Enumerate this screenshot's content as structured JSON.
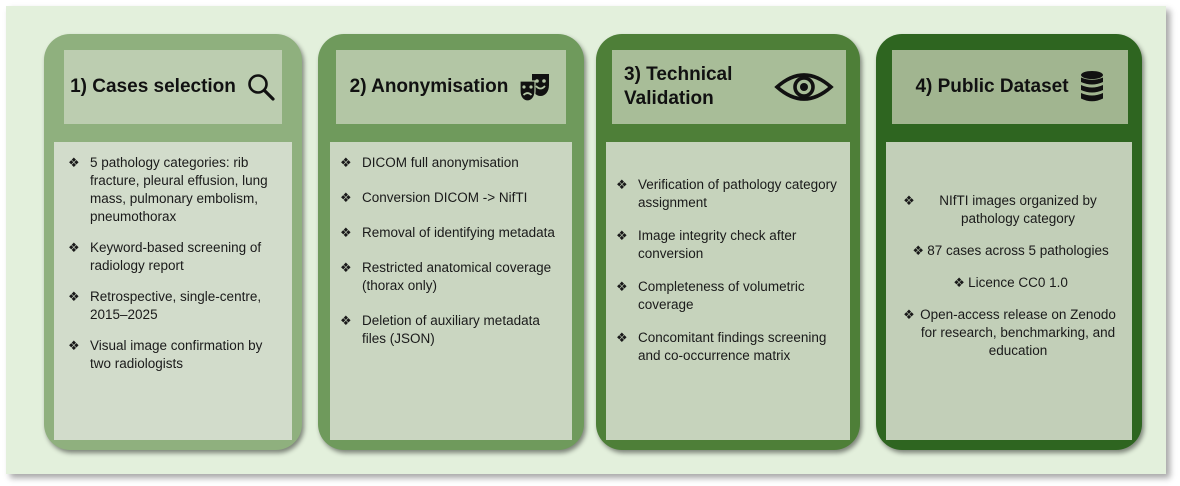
{
  "bullet_glyph": "❖",
  "icons": [
    "magnifier-icon",
    "theater-masks-icon",
    "eye-icon",
    "database-icon"
  ],
  "colors": {
    "background": "#e3f0dc",
    "card1": "#8fb07e",
    "card2": "#6f9a5c",
    "card3": "#4e7f38",
    "card4": "#2e6520"
  },
  "steps": [
    {
      "title": "1) Cases selection",
      "items": [
        "5 pathology categories: rib fracture, pleural effusion, lung mass, pulmonary embolism, pneumothorax",
        "Keyword-based screening of radiology report",
        "Retrospective, single-centre, 2015–2025",
        "Visual image confirmation by two radiologists"
      ]
    },
    {
      "title": "2) Anonymisation",
      "items": [
        "DICOM full anonymisation",
        "Conversion DICOM -> NifTI",
        "Removal of identifying metadata",
        "Restricted anatomical coverage (thorax only)",
        "Deletion of auxiliary metadata files (JSON)"
      ]
    },
    {
      "title": "3) Technical Validation",
      "items": [
        "Verification of pathology category assignment",
        "Image integrity check after conversion",
        "Completeness of volumetric coverage",
        "Concomitant findings screening and co-occurrence matrix"
      ]
    },
    {
      "title": "4) Public Dataset",
      "items": [
        "NIfTI images organized by pathology category",
        "87 cases across 5 pathologies",
        "Licence CC0 1.0",
        "Open-access release on Zenodo for research, benchmarking, and education"
      ]
    }
  ]
}
